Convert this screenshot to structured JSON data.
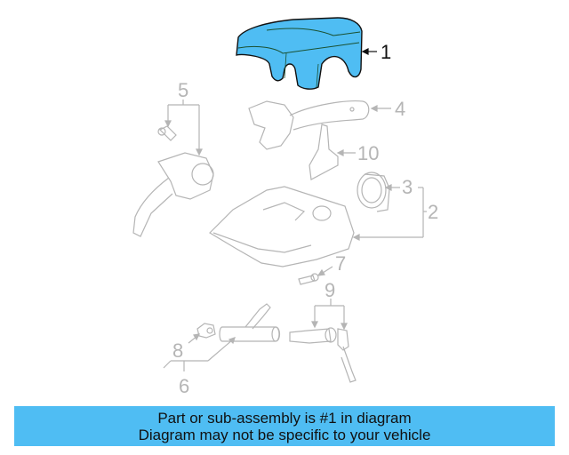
{
  "diagram": {
    "title": "Steering column components exploded diagram",
    "highlight_color": "#4fbdf3",
    "line_color_inactive": "#b5b5b5",
    "line_color_active": "#111111",
    "callouts": [
      {
        "id": "1",
        "label": "1",
        "highlighted": true
      },
      {
        "id": "2",
        "label": "2",
        "highlighted": false
      },
      {
        "id": "3",
        "label": "3",
        "highlighted": false
      },
      {
        "id": "4",
        "label": "4",
        "highlighted": false
      },
      {
        "id": "5",
        "label": "5",
        "highlighted": false
      },
      {
        "id": "6",
        "label": "6",
        "highlighted": false
      },
      {
        "id": "7",
        "label": "7",
        "highlighted": false
      },
      {
        "id": "8",
        "label": "8",
        "highlighted": false
      },
      {
        "id": "9",
        "label": "9",
        "highlighted": false
      },
      {
        "id": "10",
        "label": "10",
        "highlighted": false
      }
    ]
  },
  "banner": {
    "line1": "Part or sub-assembly is #1 in diagram",
    "line2": "Diagram may not be specific to your vehicle",
    "background": "#4fbdf3"
  }
}
